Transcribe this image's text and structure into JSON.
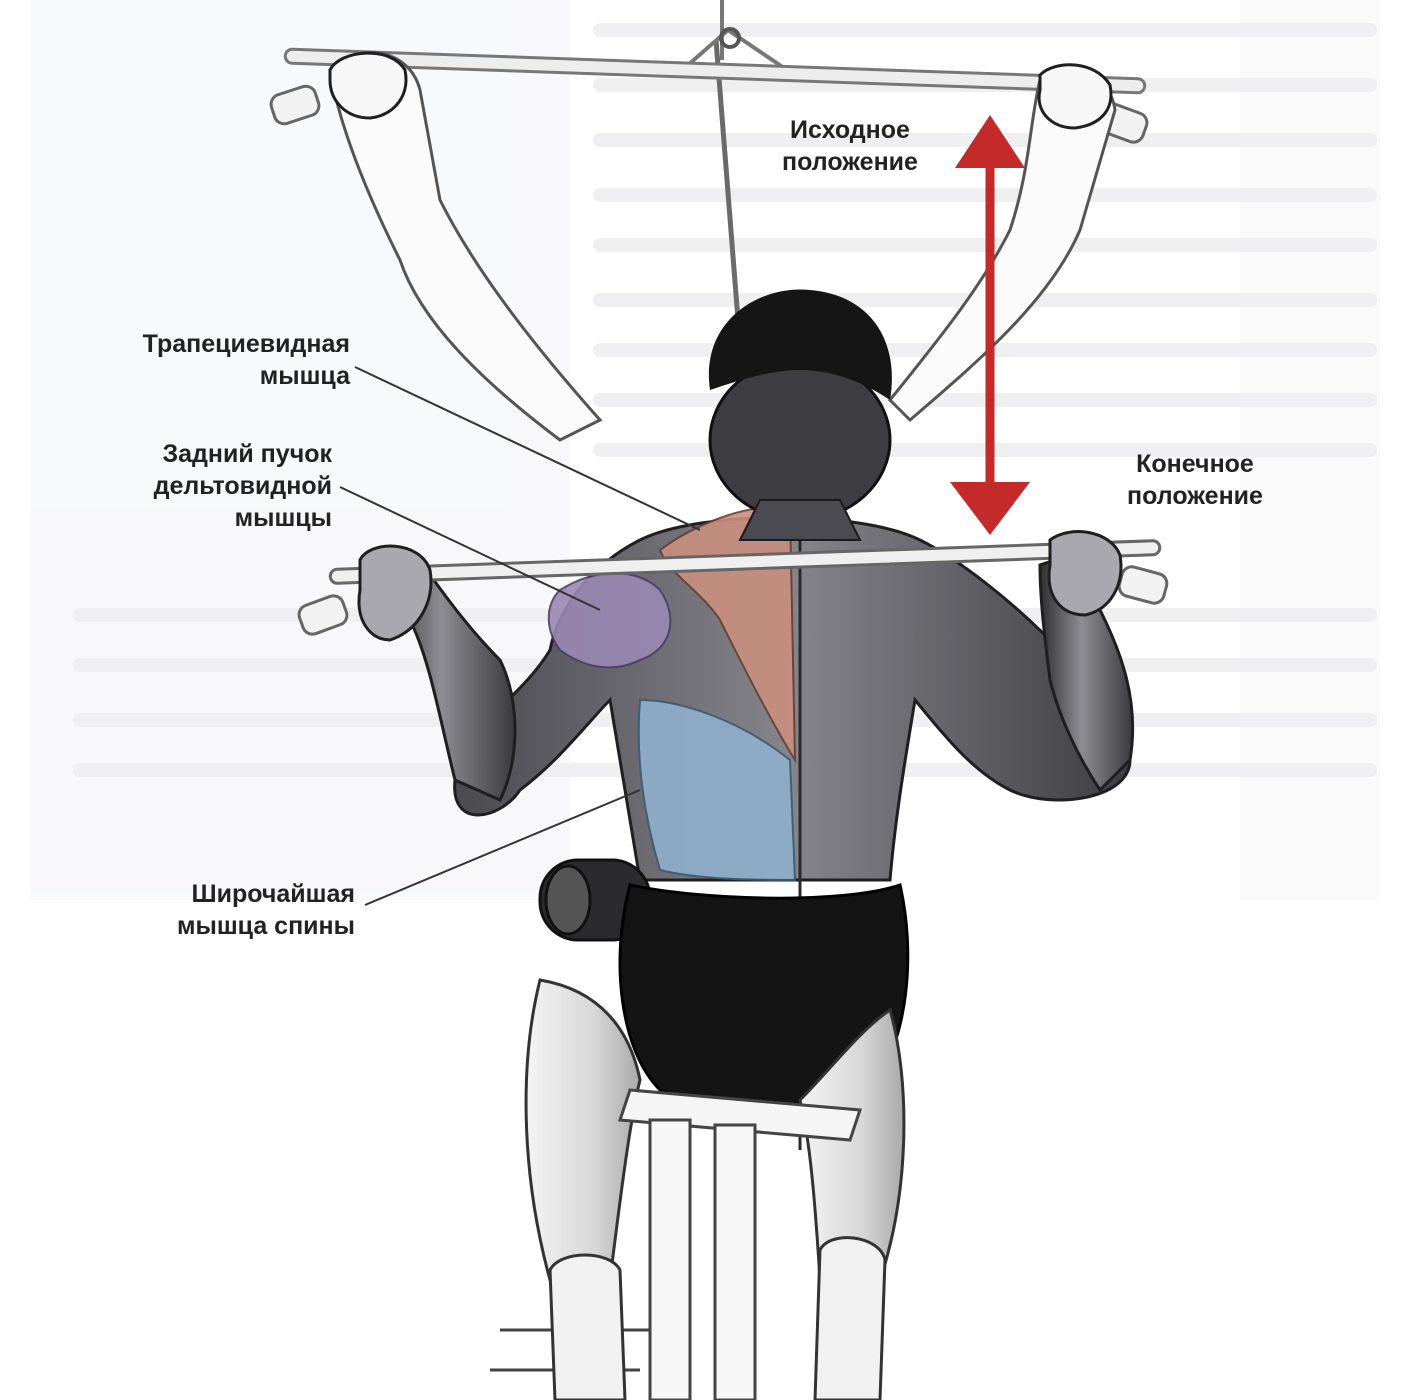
{
  "labels": {
    "start_position": {
      "line1": "Исходное",
      "line2": "положение"
    },
    "end_position": {
      "line1": "Конечное",
      "line2": "положение"
    },
    "trapezius": {
      "line1": "Трапециевидная",
      "line2": "мышца"
    },
    "rear_delt": {
      "line1": "Задний пучок",
      "line2": "дельтовидной",
      "line3": "мышцы"
    },
    "latissimus": {
      "line1": "Широчайшая",
      "line2": "мышца спины"
    }
  },
  "colors": {
    "arrow": "#c42a2a",
    "trapezius": "#c98f7e",
    "rear_delt": "#9a89b4",
    "latissimus": "#8fb0cc",
    "skin": "#6e6e72",
    "skin_dark": "#3a3a3e",
    "hair": "#1a1a1a",
    "shorts": "#141414",
    "bar": "#d6d6d6",
    "background_text": "#e4e4e6"
  }
}
